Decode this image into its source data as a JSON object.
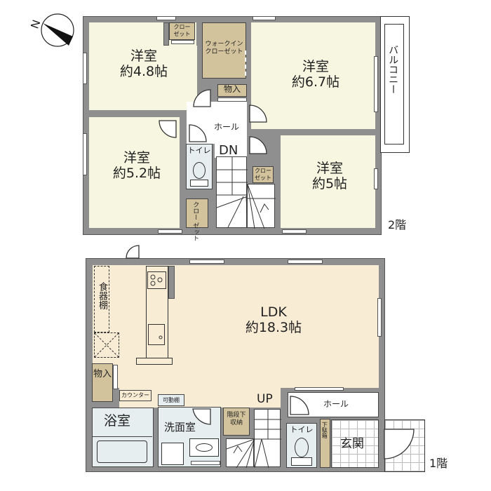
{
  "compass": {
    "label": "N",
    "icon": "north-arrow-icon"
  },
  "floor2": {
    "floor_label": "2階",
    "rooms": [
      {
        "name": "洋室",
        "size": "約4.8帖"
      },
      {
        "name": "洋室",
        "size": "約6.7帖"
      },
      {
        "name": "洋室",
        "size": "約5.2帖"
      },
      {
        "name": "洋室",
        "size": "約5帖"
      }
    ],
    "walk_in_closet": "ウォークインクローゼット",
    "walk_in_closet_lines": [
      "ウォークイン",
      "クローゼット"
    ],
    "closet_label_lines": [
      "クロー",
      "ゼット"
    ],
    "storage": "物入",
    "hall": "ホール",
    "toilet": "トイレ",
    "stairs": "DN",
    "balcony": "バルコニー"
  },
  "floor1": {
    "floor_label": "1階",
    "ldk": {
      "name": "LDK",
      "size": "約18.3帖"
    },
    "cupboard": "食器棚",
    "storage": "物入",
    "counter": "カウンター",
    "movable_shelf": "可動棚",
    "bathroom": "浴室",
    "washroom": "洗面室",
    "under_stairs_lines": [
      "階段下",
      "収納"
    ],
    "stairs": "UP",
    "hall": "ホール",
    "toilet": "トイレ",
    "shoe_box": "下駄箱",
    "entrance": "玄関"
  }
}
